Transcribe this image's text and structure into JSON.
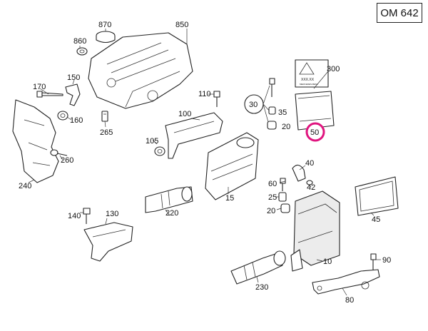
{
  "engine_code": "OM 642",
  "highlight_color": "#e0157f",
  "labels": {
    "p870": "870",
    "p860": "860",
    "p850": "850",
    "p170": "170",
    "p150": "150",
    "p160": "160",
    "p265": "265",
    "p110": "110",
    "p100": "100",
    "p30": "30",
    "p35": "35",
    "p20a": "20",
    "p300": "300",
    "p50": "50",
    "p240": "240",
    "p260": "260",
    "p105": "105",
    "p40": "40",
    "p60": "60",
    "p42": "42",
    "p25": "25",
    "p20b": "20",
    "p15": "15",
    "p220": "220",
    "p140": "140",
    "p130": "130",
    "p45": "45",
    "p10": "10",
    "p90": "90",
    "p230": "230",
    "p80": "80"
  },
  "warning_label": {
    "code": "XXX.XX",
    "brand": "MERCEDES-BENZ"
  }
}
